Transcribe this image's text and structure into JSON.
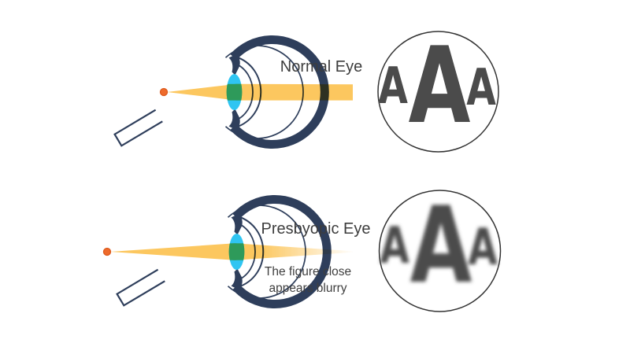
{
  "panels": {
    "normal": {
      "label": "Normal Eye",
      "letters": [
        "A",
        "A",
        "A"
      ]
    },
    "presbyopic": {
      "label": "Presbyopic Eye",
      "caption_line1": "The figure close",
      "caption_line2": "appears blurry",
      "letters": [
        "A",
        "A",
        "A"
      ]
    }
  },
  "colors": {
    "eye_outline": "#2e3e5b",
    "light_beam": "#fcc75f",
    "lens": "#2fc5f2",
    "beam_lens_overlap": "#2e9a5a",
    "focal_point": "#ee6b2c",
    "focal_point_edge": "#dd5a1d",
    "acuity_letters": "#4b4b4b",
    "label_text": "#3d3d3d",
    "chart_circle_stroke": "#333333",
    "background": "#ffffff"
  }
}
